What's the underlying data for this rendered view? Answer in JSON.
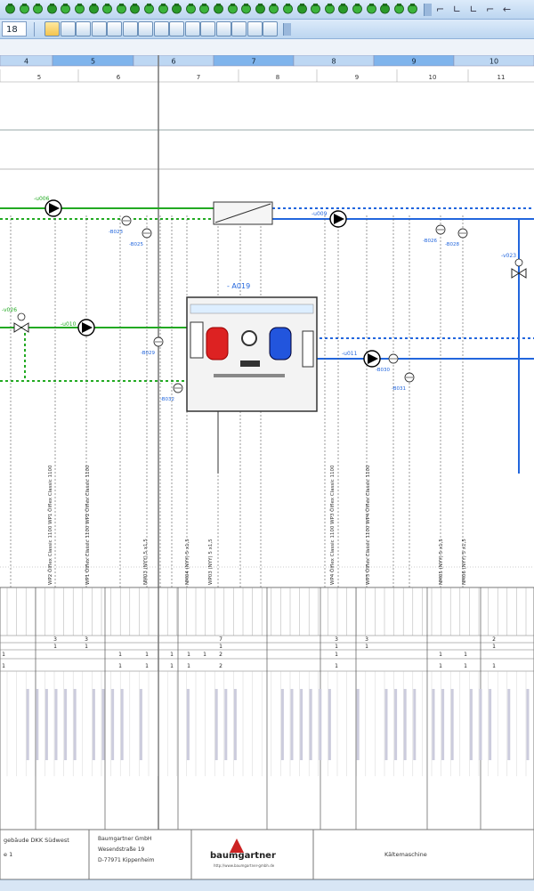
{
  "toolbar": {
    "icons_top": [
      "device-icon",
      "device-icon",
      "device-icon",
      "device-icon",
      "device-icon",
      "device-icon",
      "device-icon",
      "device-icon",
      "device-icon",
      "device-icon",
      "device-icon",
      "device-icon",
      "device-icon",
      "device-icon",
      "device-icon",
      "device-icon",
      "device-icon",
      "device-icon",
      "device-icon",
      "device-icon",
      "device-icon",
      "device-icon",
      "device-icon",
      "device-icon",
      "device-icon",
      "device-icon",
      "device-icon",
      "device-icon",
      "device-icon",
      "device-icon"
    ],
    "zoom_value": "18",
    "buttons": [
      "",
      "",
      "",
      "",
      "",
      "",
      "",
      "",
      "",
      "",
      "",
      "",
      "",
      "",
      ""
    ]
  },
  "columns": {
    "top": [
      "4",
      "5",
      "6",
      "7",
      "8",
      "9",
      "10"
    ],
    "sub": [
      "5",
      "6",
      "7",
      "8",
      "9",
      "10",
      "11"
    ]
  },
  "components": {
    "heat_pump_label": "- A019",
    "pumps": [
      "-u006",
      "-u010",
      "-u009",
      "-u011"
    ],
    "valves": [
      "-v026",
      "-v023"
    ],
    "sensors": [
      "-B023",
      "-B025",
      "-B029",
      "-B032",
      "-B026",
      "-B028",
      "-B030",
      "-B031"
    ]
  },
  "cable_labels": [
    "WP2 Ölflex Classic 1100 WP1 Ölflex Classic 1100",
    "WP1 Ölflex Classic 1100 WP2 Ölflex Classic 1100",
    "NM03 (NYY) 5 x1,5",
    "NM04 (NYY) 5 x1,5",
    "WP03 (NYY) 5 x1,5",
    "WP4 Ölflex Classic 1100 WP3 Ölflex Classic 1100",
    "WP3 Ölflex Classic 1100 WP4 Ölflex Classic 1100",
    "NM05 (NYY) 5 x1,5",
    "NM06 (NYY) 5 x1,5"
  ],
  "table": {
    "row1": [
      "3",
      "3",
      "7",
      "3",
      "3",
      "2"
    ],
    "row2": [
      "1",
      "1",
      "1",
      "1",
      "1",
      "1"
    ],
    "row3": [
      "1",
      "1",
      "1",
      "1",
      "1",
      "1",
      "2",
      "1",
      "1",
      "1"
    ],
    "row4": [
      "1",
      "1",
      "1",
      "1",
      "1",
      "2",
      "1",
      "1",
      "1",
      "1"
    ]
  },
  "title_block": {
    "project_line1": "gebäude DKK Südwest",
    "project_line2": "e 1",
    "company_name": "Baumgartner GmbH",
    "company_street": "Wesendstraße 19",
    "company_city": "D-77971 Kippenheim",
    "logo_text": "baumgartner",
    "logo_url": "http://www.baumgartner-gmbh.de",
    "drawing_title": "Kältemaschine"
  },
  "colors": {
    "green": "#22aa22",
    "blue": "#2266dd",
    "red": "#cc2222",
    "grid": "#9999aa",
    "col_header": "#bdd7f3"
  }
}
